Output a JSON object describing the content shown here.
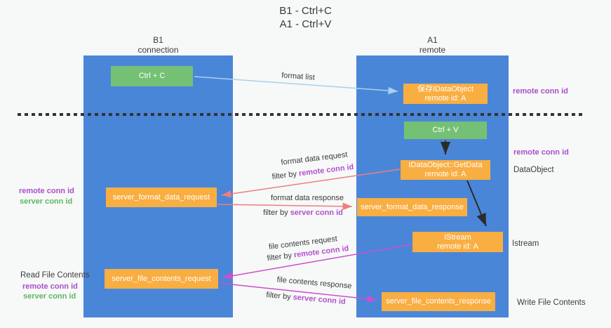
{
  "title": {
    "line1": "B1 - Ctrl+C",
    "line2": "A1 - Ctrl+V"
  },
  "columns": {
    "left": {
      "name": "B1",
      "subtitle": "connection"
    },
    "right": {
      "name": "A1",
      "subtitle": "remote"
    }
  },
  "nodes": {
    "ctrl_c": "Ctrl + C",
    "ctrl_v": "Ctrl + V",
    "save_idataobject": {
      "line1": "保存IDataObject",
      "line2": "remote id: A"
    },
    "getdata": {
      "line1": "IDataObject::GetData",
      "line2": "remote id: A"
    },
    "istream": {
      "line1": "IStream",
      "line2": "remote id: A"
    },
    "format_request": "server_format_data_request",
    "format_response": "server_format_data_response",
    "file_request": "server_file_contents_request",
    "file_response": "server_file_contents_response"
  },
  "side_labels": {
    "remote_conn_id": "remote conn id",
    "server_conn_id": "server conn id",
    "data_object": "DataObject",
    "istream": "Istream",
    "read_file_contents": "Read File Contents",
    "write_file_contents": "Write File Contents"
  },
  "edge_labels": {
    "format_list": "format list",
    "format_data_request": "format data request",
    "format_data_response": "format data response",
    "file_contents_request": "file contents request",
    "file_contents_response": "file contents response",
    "filter_by": "filter by ",
    "remote_conn_id": "remote conn id",
    "server_conn_id": "server conn id"
  },
  "colors": {
    "column_blue": "#4a86d8",
    "node_green": "#74c175",
    "node_orange": "#f9ae42",
    "side_purple": "#a94fc9",
    "side_green": "#5cb85f",
    "filter_magenta": "#b44fd0",
    "arrow_lightblue": "#a6d2f0",
    "arrow_salmon": "#ee7e7e",
    "arrow_magenta": "#cc4fcf",
    "arrow_black": "#2b2b2b",
    "background": "#f7f8f8"
  }
}
